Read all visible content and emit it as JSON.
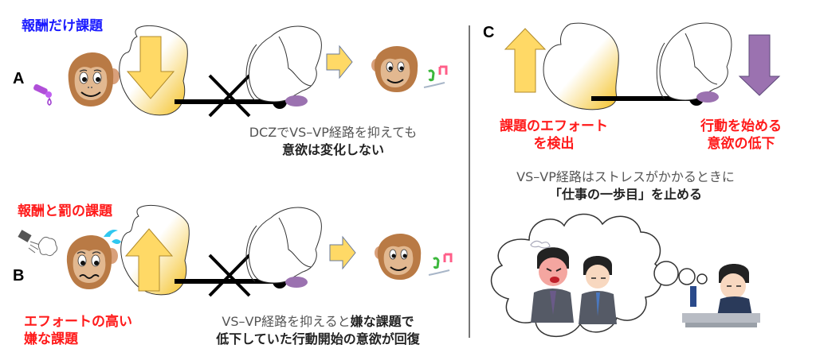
{
  "panels": {
    "A": {
      "letter": "A",
      "title": "報酬だけ課題",
      "caption_line1": "DCZでVS–VP経路を抑えても",
      "caption_line2": "意欲は変化しない"
    },
    "B": {
      "letter": "B",
      "title": "報酬と罰の課題",
      "subtitle_line1": "エフォートの高い",
      "subtitle_line2": "嫌な課題",
      "caption_line1_normal": "VS–VP経路を抑えると",
      "caption_line1_bold": "嫌な課題で",
      "caption_line2": "低下していた行動開始の意欲が回復"
    },
    "C": {
      "letter": "C",
      "left_label_line1": "課題のエフォート",
      "left_label_line2": "を検出",
      "right_label_line1": "行動を始める",
      "right_label_line2": "意欲の低下",
      "caption_line1": "VS–VP経路はストレスがかかるときに",
      "caption_line2": "「仕事の一歩目」を止める"
    }
  },
  "colors": {
    "title_blue": "#1a1aff",
    "label_red": "#ff1a1a",
    "arrow_yellow": "#ffd966",
    "arrow_purple": "#9b72b0",
    "monkey_brown": "#b97a45",
    "monkey_face": "#e2b890"
  },
  "icons": [
    "monkey-happy-icon",
    "monkey-worried-icon",
    "juice-drop-icon",
    "air-puff-icon",
    "sweat-drop-icon",
    "music-notes-icon",
    "brain-striatum-icon",
    "brain-pallidum-icon",
    "block-x-icon",
    "thought-cloud-icon",
    "angry-boss-icon",
    "tired-worker-icon"
  ]
}
